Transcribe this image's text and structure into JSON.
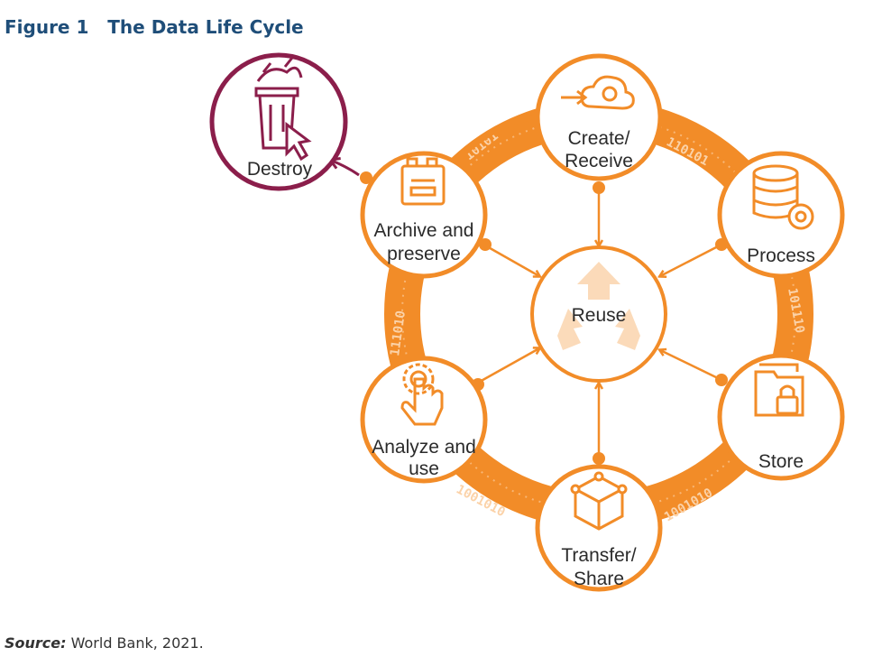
{
  "figure": {
    "number": "Figure 1",
    "title": "The Data Life Cycle"
  },
  "center": {
    "label": "Reuse",
    "icon": "recycle-icon"
  },
  "nodes": {
    "create": {
      "line1": "Create/",
      "line2": "Receive",
      "icon": "cloud-upload-icon"
    },
    "process": {
      "line1": "Process",
      "icon": "database-gear-icon"
    },
    "store": {
      "line1": "Store",
      "icon": "folder-lock-icon"
    },
    "transfer": {
      "line1": "Transfer/",
      "line2": "Share",
      "icon": "cube-network-icon"
    },
    "analyze": {
      "line1": "Analyze and",
      "line2": "use",
      "icon": "gear-hand-icon"
    },
    "archive": {
      "line1": "Archive and",
      "line2": "preserve",
      "icon": "archive-box-icon"
    },
    "destroy": {
      "line1": "Destroy",
      "icon": "trash-bin-icon"
    }
  },
  "ring_binary_text": [
    "10101",
    "110101",
    "101110",
    "1001010",
    "1001010",
    "111010"
  ],
  "colors": {
    "orange": "#f28c28",
    "light_orange": "#fbd2a8",
    "maroon": "#8b1e4b",
    "title_blue": "#1f4e79"
  },
  "source": {
    "label": "Source:",
    "text": " World Bank, 2021."
  }
}
